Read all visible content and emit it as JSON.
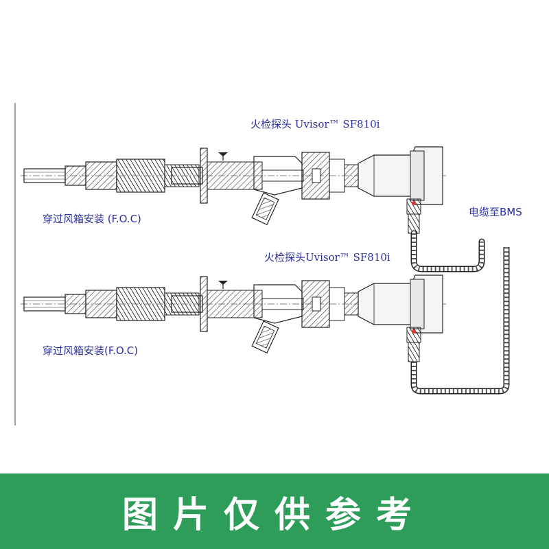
{
  "labels": {
    "probe_top": "火检探头 Uvisor™ SF810i",
    "probe_bottom": "火检探头Uvisor™ SF810i",
    "foc_top": "穿过风箱安装 (F.O.C)",
    "foc_bottom": "穿过风箱安装(F.O.C)",
    "cable": "电缆至BMS"
  },
  "banner": {
    "text": "图片仅供参考"
  },
  "colors": {
    "banner_bg": "#2e9d5a",
    "label_text": "#2a2fa0",
    "line": "#222222"
  }
}
